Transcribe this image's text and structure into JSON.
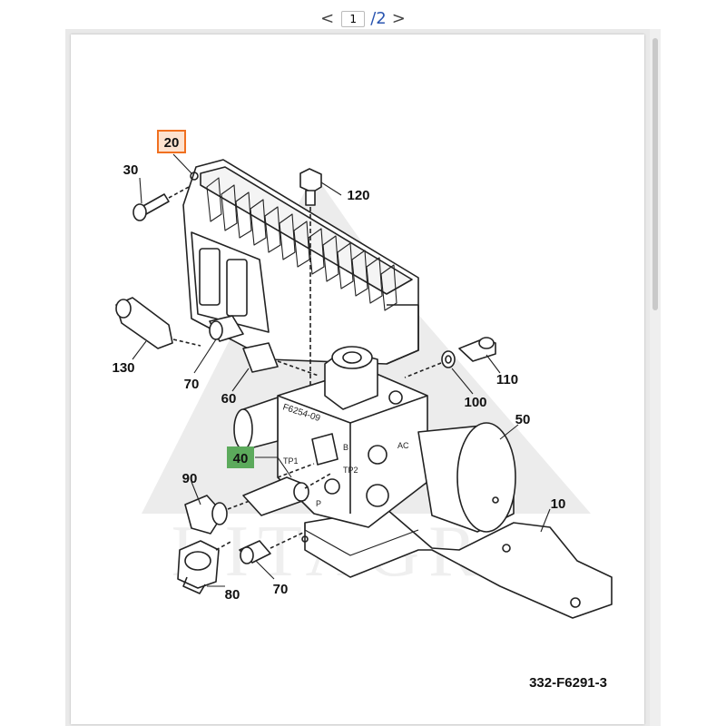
{
  "pager": {
    "prev": "<",
    "next": ">",
    "current": "1",
    "total": "/2"
  },
  "diagram": {
    "drawing_id": "332-F6291-3",
    "watermark": "LITAGRA",
    "highlight_orange": "#f07020",
    "highlight_green": "#5caa5c",
    "callouts": {
      "c20": "20",
      "c30": "30",
      "c120": "120",
      "c130": "130",
      "c70a": "70",
      "c60": "60",
      "c110": "110",
      "c100": "100",
      "c50": "50",
      "c40": "40",
      "c90": "90",
      "c10": "10",
      "c80": "80",
      "c70b": "70"
    },
    "block_marks": {
      "part_no": "F6254-09",
      "tp1": "TP1",
      "tp2": "TP2",
      "ac": "AC",
      "b": "B",
      "p": "P"
    }
  }
}
